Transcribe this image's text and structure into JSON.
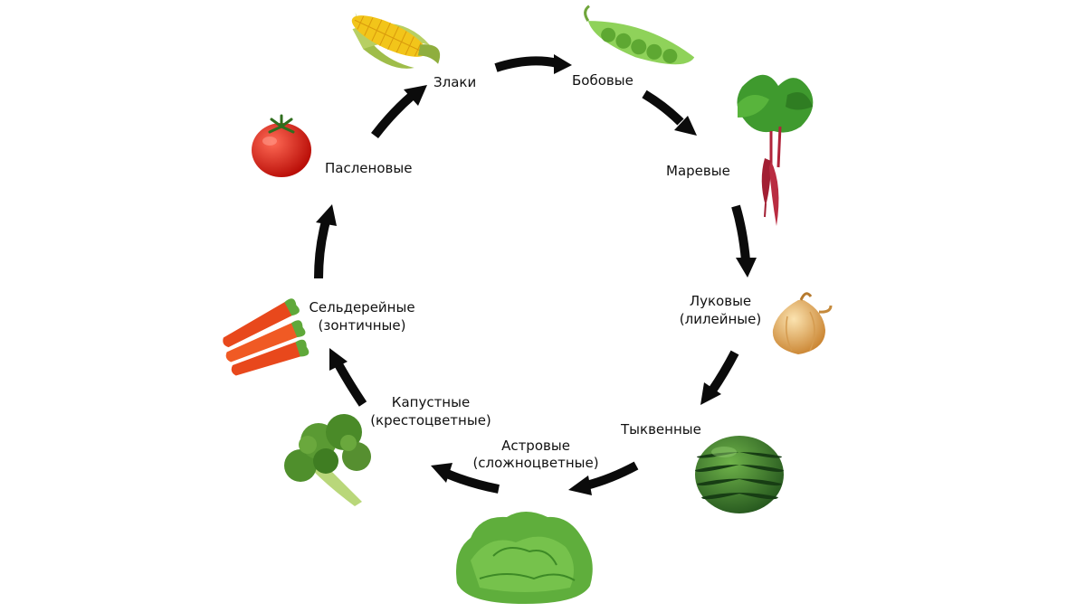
{
  "labels": {
    "zlaki": "Злаки",
    "bobovye": "Бобовые",
    "marevye": "Маревые",
    "lukovye_1": "Луковые",
    "lukovye_2": "(лилейные)",
    "tykvennye": "Тыквенные",
    "astrovye_1": "Астровые",
    "astrovye_2": "(сложноцветные)",
    "kapustnye_1": "Капустные",
    "kapustnye_2": "(крестоцветные)",
    "seldereinye_1": "Сельдерейные",
    "seldereinye_2": "(зонтичные)",
    "paslenovye": "Пасленовые"
  },
  "colors": {
    "arrow": "#0b0b0b",
    "text": "#111111",
    "corn": "#f2c51a",
    "pea": "#6fbf3a",
    "beet_leaf": "#3f9a2e",
    "beet_root": "#b0243a",
    "onion": "#e7b35a",
    "watermelon": "#2f7a2a",
    "lettuce": "#5fae3c",
    "broccoli": "#4f8f2c",
    "carrot": "#e8481c",
    "tomato": "#d61a12"
  },
  "icons": [
    "corn-icon",
    "pea-pod-icon",
    "beet-icon",
    "onion-icon",
    "watermelon-icon",
    "lettuce-icon",
    "broccoli-icon",
    "carrot-icon",
    "tomato-icon"
  ]
}
